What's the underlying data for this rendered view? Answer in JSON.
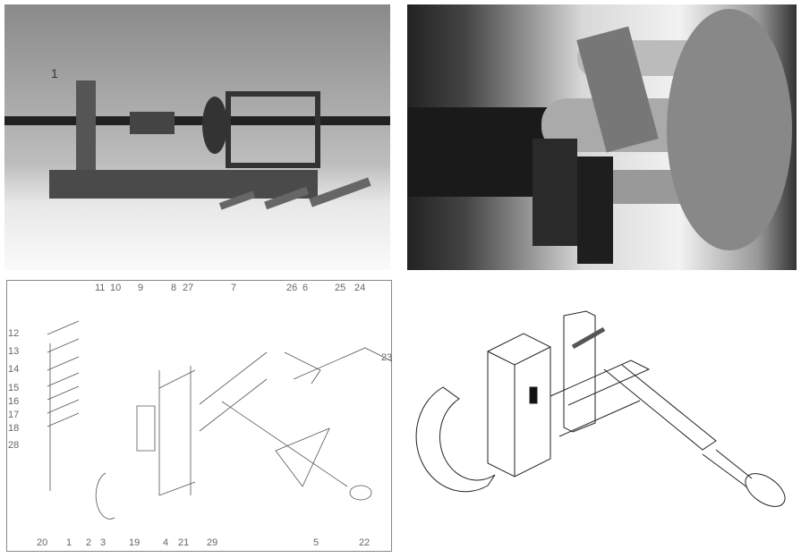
{
  "photo_assembly": {
    "callout": "1"
  },
  "exploded_view": {
    "part_labels": [
      "12",
      "13",
      "14",
      "15",
      "16",
      "17",
      "18",
      "28",
      "11",
      "10",
      "9",
      "8",
      "27",
      "7",
      "26",
      "6",
      "25",
      "24",
      "23",
      "20",
      "1",
      "2",
      "3",
      "19",
      "4",
      "21",
      "29",
      "5",
      "22"
    ]
  }
}
